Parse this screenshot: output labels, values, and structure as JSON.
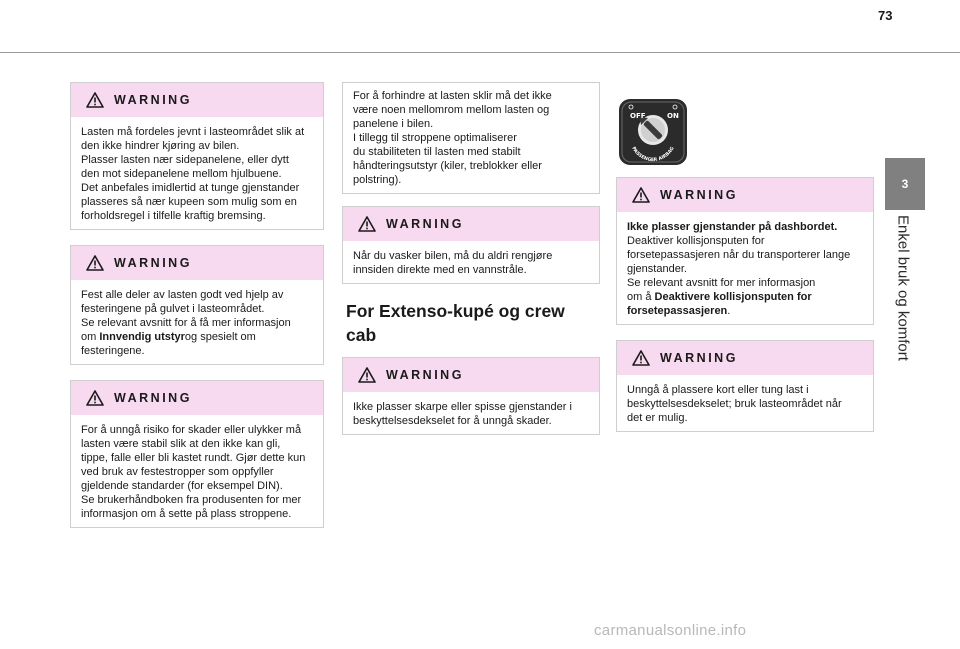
{
  "page": {
    "number": "73"
  },
  "sidebar": {
    "chapter_number": "3",
    "chapter_title": "Enkel bruk og komfort"
  },
  "warning_label": "WARNING",
  "column1": {
    "box1": {
      "lines": [
        "Lasten må fordeles jevnt i lasteområdet slik at",
        "den ikke hindrer kjøring av bilen.",
        "Plasser lasten nær sidepanelene, eller dytt",
        "den mot sidepanelene mellom hjulbuene.",
        "Det anbefales imidlertid at tunge gjenstander",
        "plasseres så nær kupeen som mulig som en",
        "forholdsregel i tilfelle kraftig bremsing."
      ]
    },
    "box2": {
      "lines": [
        "Fest alle deler av lasten godt ved hjelp av",
        "festeringene på gulvet i lasteområdet.",
        "Se relevant avsnitt for å få mer informasjon"
      ],
      "line4_prefix": "om ",
      "line4_bold": "Innvendig utstyr",
      "line4_suffix": "og spesielt om",
      "line5": "festeringene."
    },
    "box3": {
      "lines": [
        "For å unngå risiko for skader eller ulykker må",
        "lasten være stabil slik at den ikke kan gli,",
        "tippe, falle eller bli kastet rundt. Gjør dette kun",
        "ved bruk av festestropper som oppfyller",
        "gjeldende standarder (for eksempel DIN).",
        "Se brukerhåndboken fra produsenten for mer",
        "informasjon om å sette på plass stroppene."
      ]
    }
  },
  "column2": {
    "intro": {
      "lines": [
        "For å forhindre at lasten sklir må det ikke",
        "være noen mellomrom mellom lasten og",
        "panelene i bilen.",
        "I tillegg til stroppene optimaliserer",
        "du stabiliteten til lasten med stabilt",
        "håndteringsutstyr (kiler, treblokker eller",
        "polstring)."
      ]
    },
    "box1": {
      "lines": [
        "Når du vasker bilen, må du aldri rengjøre",
        "innsiden direkte med en vannstråle."
      ]
    },
    "section_heading": {
      "line1": "For Extenso-kupé og crew",
      "line2": "cab"
    },
    "box2": {
      "lines": [
        "Ikke plasser skarpe eller spisse gjenstander i",
        "beskyttelsesdekselet for å unngå skader."
      ]
    }
  },
  "column3": {
    "airbag_icon": {
      "off": "OFF",
      "on": "ON",
      "arc_text": "PASSENGER AIRBAG"
    },
    "box1": {
      "bold_line": "Ikke plasser gjenstander på dashbordet.",
      "lines": [
        "Deaktiver kollisjonsputen for",
        "forsetepassasjeren når du transporterer lange",
        "gjenstander.",
        "Se relevant avsnitt for mer informasjon"
      ],
      "line6_prefix": "om å ",
      "line6_bold": "Deaktivere kollisjonsputen for",
      "line7_bold": "forsetepassasjeren",
      "line7_suffix": "."
    },
    "box2": {
      "lines": [
        "Unngå å plassere kort eller tung last i",
        "beskyttelsesdekselet; bruk lasteområdet når",
        "det er mulig."
      ]
    }
  },
  "footer": {
    "watermark": "carmanualsonline.info"
  },
  "colors": {
    "warning_header": "#f8daf0",
    "side_tab": "#808080",
    "border": "#cfcfcf"
  }
}
